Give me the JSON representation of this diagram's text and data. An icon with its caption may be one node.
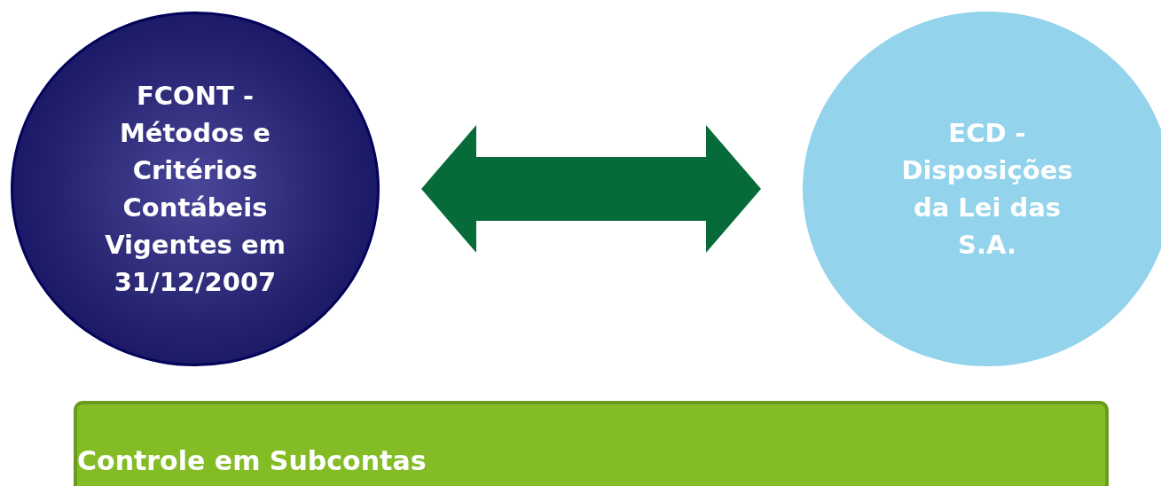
{
  "diagram": {
    "nodes": [
      {
        "text": [
          "FCONT - Métodos e Critérios Contábeis Vigentes em 31/12/2007"
        ]
      },
      {
        "text": [
          "ECD - Disposições da Lei das S.A."
        ]
      },
      {
        "text": [
          "Controle em Subcontas"
        ]
      }
    ],
    "edges": [
      {
        "from": 0,
        "to": 1,
        "arrow": "both"
      }
    ]
  }
}
